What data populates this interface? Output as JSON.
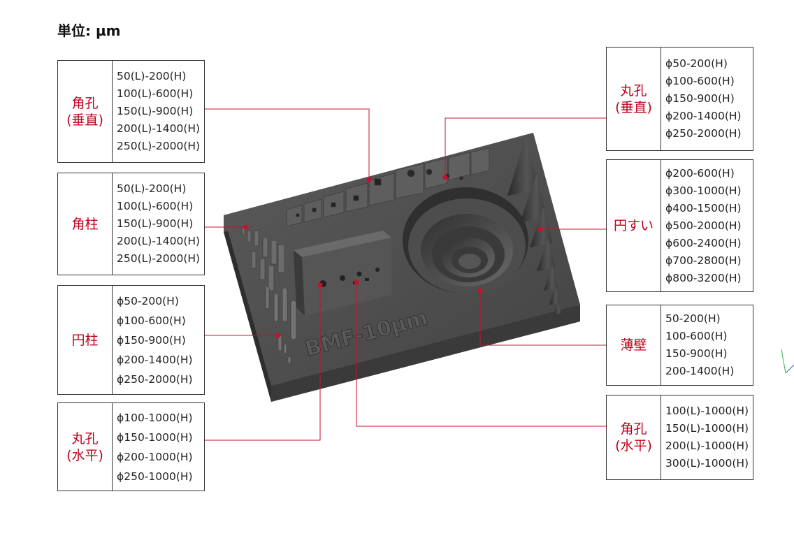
{
  "unit_label": "単位: µm",
  "engraving": "BMF-10µm",
  "colors": {
    "accent": "#c0001a",
    "leader": "#c8102e",
    "part": "#4a4a4a"
  },
  "callouts": {
    "square_hole_vertical": {
      "name": [
        "角孔",
        "(垂直)"
      ],
      "specs": [
        "50(L)-200(H)",
        "100(L)-600(H)",
        "150(L)-900(H)",
        "200(L)-1400(H)",
        "250(L)-2000(H)"
      ]
    },
    "square_pillar": {
      "name": [
        "角柱"
      ],
      "specs": [
        "50(L)-200(H)",
        "100(L)-600(H)",
        "150(L)-900(H)",
        "200(L)-1400(H)",
        "250(L)-2000(H)"
      ]
    },
    "round_pillar": {
      "name": [
        "円柱"
      ],
      "specs": [
        "ϕ50-200(H)",
        "ϕ100-600(H)",
        "ϕ150-900(H)",
        "ϕ200-1400(H)",
        "ϕ250-2000(H)"
      ]
    },
    "round_hole_horizontal": {
      "name": [
        "丸孔",
        "(水平)"
      ],
      "specs": [
        "ϕ100-1000(H)",
        "ϕ150-1000(H)",
        "ϕ200-1000(H)",
        "ϕ250-1000(H)"
      ]
    },
    "round_hole_vertical": {
      "name": [
        "丸孔",
        "(垂直)"
      ],
      "specs": [
        "ϕ50-200(H)",
        "ϕ100-600(H)",
        "ϕ150-900(H)",
        "ϕ200-1400(H)",
        "ϕ250-2000(H)"
      ]
    },
    "cone": {
      "name": [
        "円すい"
      ],
      "specs": [
        "ϕ200-600(H)",
        "ϕ300-1000(H)",
        "ϕ400-1500(H)",
        "ϕ500-2000(H)",
        "ϕ600-2400(H)",
        "ϕ700-2800(H)",
        "ϕ800-3200(H)"
      ]
    },
    "thin_wall": {
      "name": [
        "薄壁"
      ],
      "specs": [
        "50-200(H)",
        "100-600(H)",
        "150-900(H)",
        "200-1400(H)"
      ]
    },
    "square_hole_horizontal": {
      "name": [
        "角孔",
        "(水平)"
      ],
      "specs": [
        "100(L)-1000(H)",
        "150(L)-1000(H)",
        "200(L)-1000(H)",
        "300(L)-1000(H)"
      ]
    }
  }
}
